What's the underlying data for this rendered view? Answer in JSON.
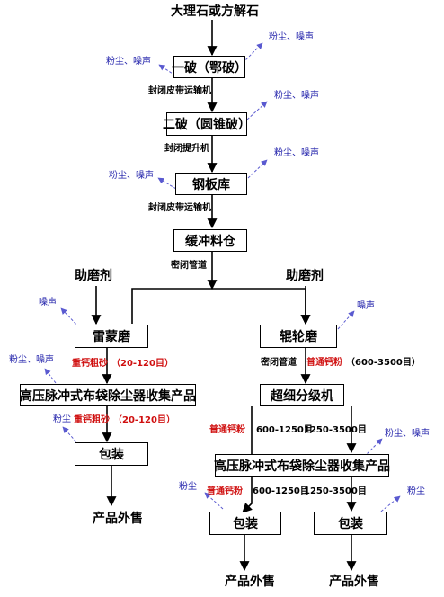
{
  "colors": {
    "line": "#000000",
    "emission_text": "#1a1aa8",
    "emission_arrow": "#5a5ad0",
    "product_red": "#d01010"
  },
  "diagram": {
    "raw_material": "大理石或方解石",
    "primary_crusher": "一破（鄂破）",
    "secondary_crusher": "二破（圆锥破）",
    "steel_silo": "钢板库",
    "buffer_bin": "缓冲料仓",
    "raymond_mill": "雷蒙磨",
    "roller_mill": "辊轮磨",
    "classifier": "超细分级机",
    "collector_left": "高压脉冲式布袋除尘器收集产品",
    "collector_right": "高压脉冲式布袋除尘器收集产品",
    "packing_left": "包装",
    "packing_mid": "包装",
    "packing_right": "包装",
    "grinding_aid_left": "助磨剂",
    "grinding_aid_right": "助磨剂",
    "product_left": "产品外售",
    "product_mid": "产品外售",
    "product_right": "产品外售"
  },
  "conveyors": {
    "c1": "封闭皮带运输机",
    "c2": "封闭提升机",
    "c3": "封闭皮带运输机",
    "c4": "密闭管道",
    "c5": "密闭管道"
  },
  "emissions": {
    "e_primary": "粉尘、噪声",
    "e_primary_in": "粉尘、噪声",
    "e_secondary": "粉尘、噪声",
    "e_silo_right": "粉尘、噪声",
    "e_silo_left": "粉尘、噪声",
    "e_raymond": "噪声",
    "e_roller": "噪声",
    "e_collector_left": "粉尘、噪声",
    "e_packing_left": "粉尘",
    "e_collector_right": "粉尘、噪声",
    "e_packing_mid": "粉尘",
    "e_packing_right": "粉尘"
  },
  "products": {
    "p1_name": "重钙粗砂",
    "p1_range": "（20-120目）",
    "p2_name": "重钙粗砂",
    "p2_range": "（20-120目）",
    "p3_name": "普通钙粉",
    "p3_range": "（600-3500目）",
    "p4_name": "普通钙粉",
    "p4_range": "600-1250目",
    "p4_range2": "1250-3500目",
    "p5_name": "普通钙粉",
    "p5_range": "600-1250目",
    "p5_range2": "1250-3500目"
  }
}
